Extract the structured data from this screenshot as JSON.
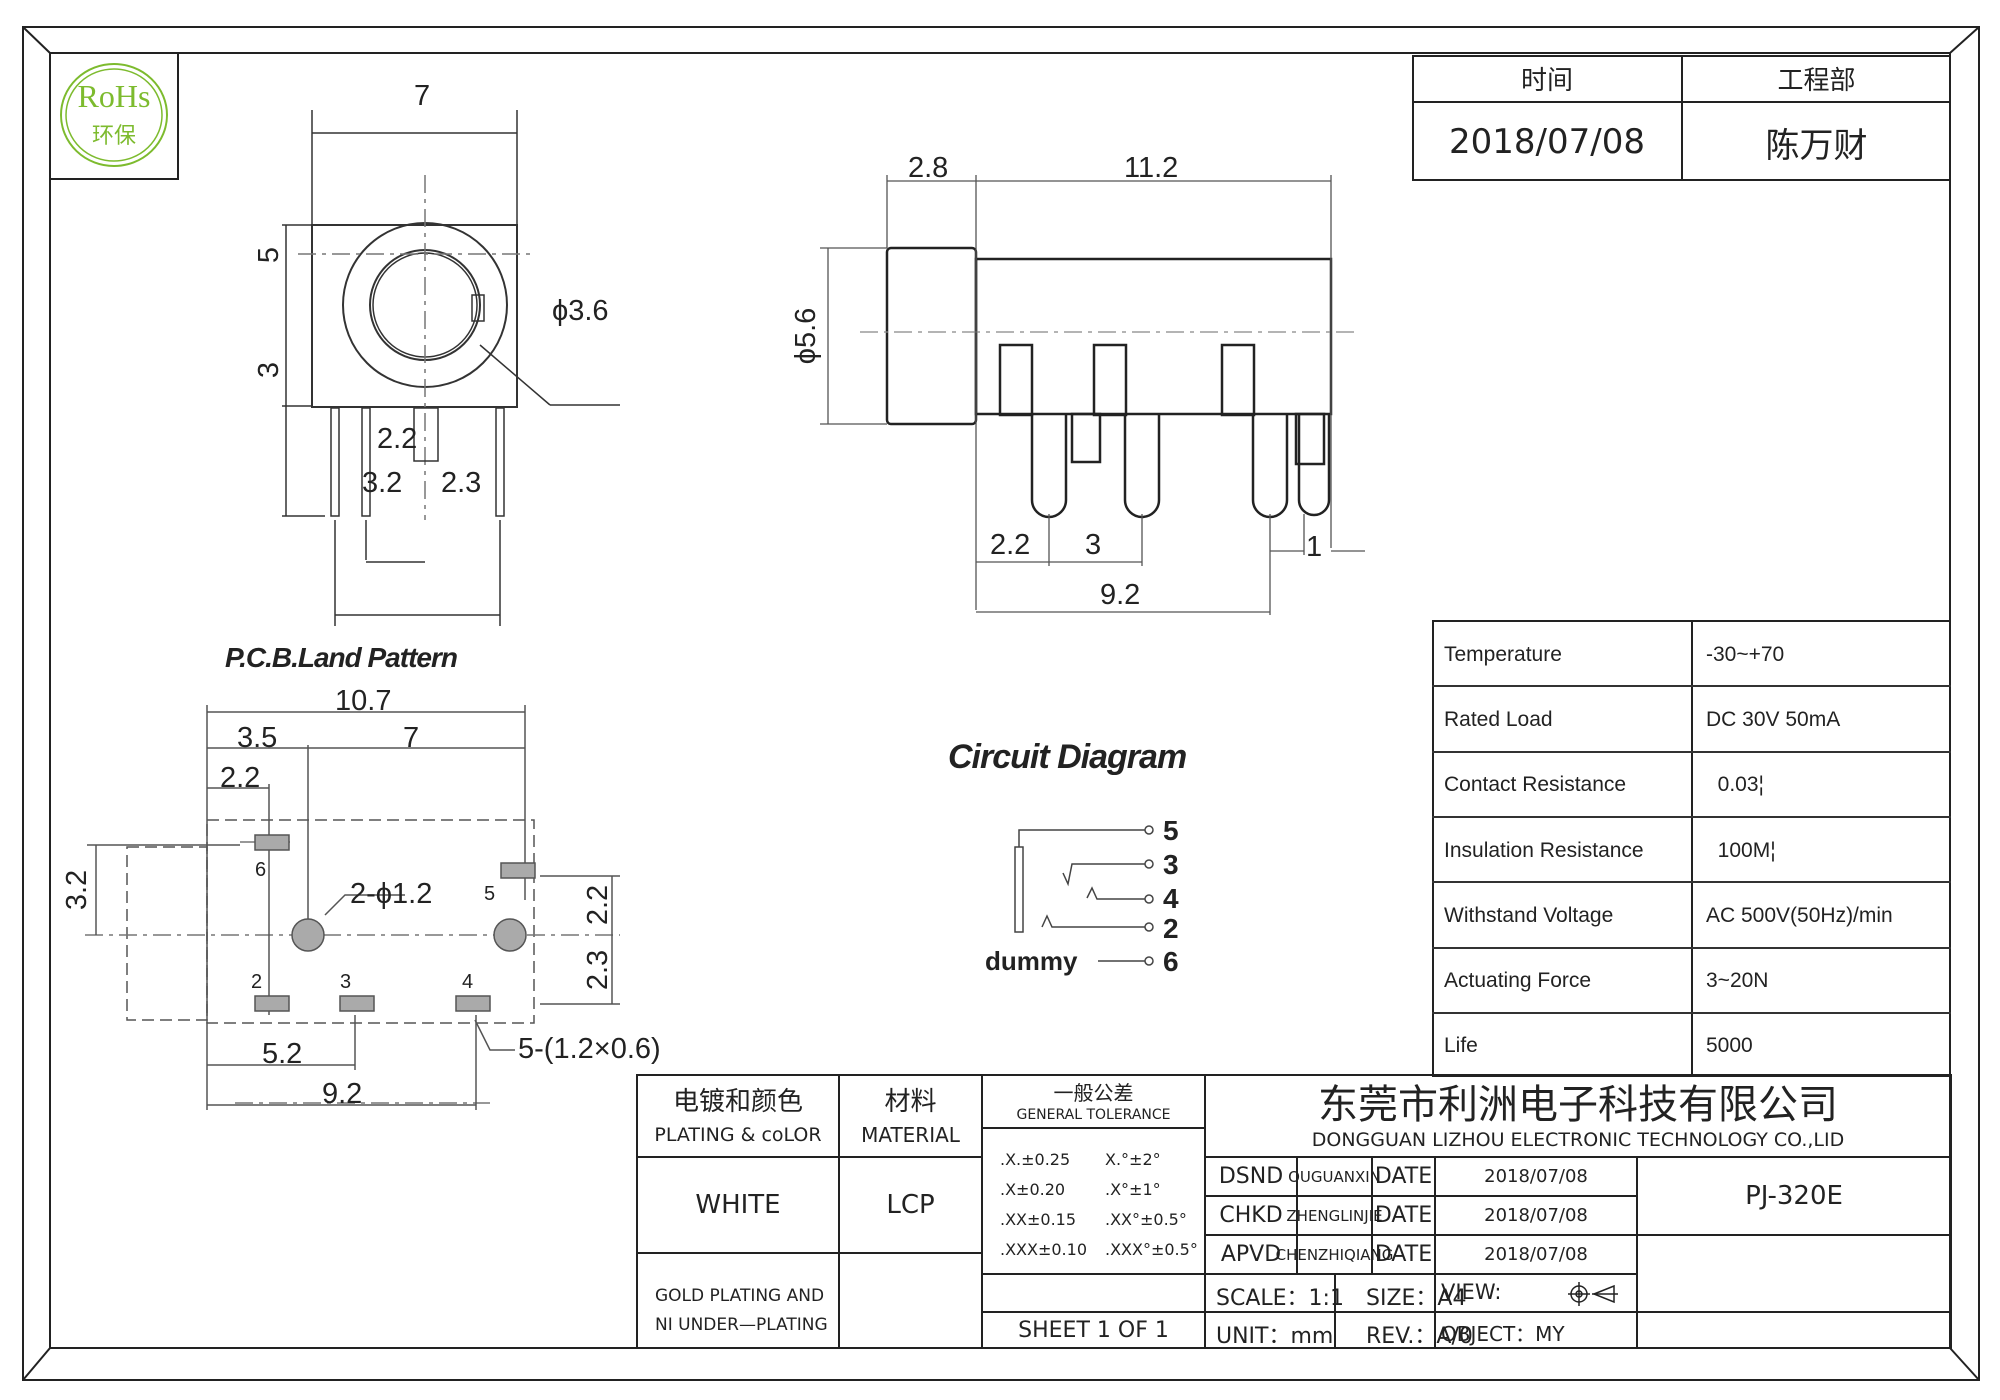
{
  "rohs_logo": {
    "line1": "RoHs",
    "line2": "环保",
    "color": "#7dbb2e"
  },
  "approval_table": {
    "headers": [
      "时间",
      "工程部"
    ],
    "values": [
      "2018/07/08",
      "陈万财"
    ]
  },
  "front_view": {
    "dims": {
      "width": "7",
      "height_body": "5",
      "pin_length": "3",
      "hole": "ϕ3.6",
      "pitch_a": "2.2",
      "pitch_b": "3.2",
      "pitch_c": "2.3"
    }
  },
  "side_view": {
    "dims": {
      "front_len": "2.8",
      "body_len": "11.2",
      "diameter": "ϕ5.6",
      "pin_a": "2.2",
      "pin_b": "3",
      "pin_total": "9.2",
      "pin_end": "1"
    }
  },
  "pcb": {
    "title": "P.C.B.Land Pattern",
    "dims": {
      "overall": "10.7",
      "a": "3.5",
      "b": "7",
      "c": "2.2",
      "d": "3.2",
      "e": "2.2",
      "f": "2.3",
      "g": "5.2",
      "h": "9.2"
    },
    "hole_label": "2-ϕ1.2",
    "pad_label": "5-(1.2×0.6)",
    "pins": [
      "6",
      "5",
      "2",
      "3",
      "4"
    ]
  },
  "circuit": {
    "title": "Circuit Diagram",
    "pins": [
      "5",
      "3",
      "4",
      "2",
      "6"
    ],
    "dummy_label": "dummy"
  },
  "specs": [
    {
      "label": "Temperature",
      "value": "-30~+70"
    },
    {
      "label": "Rated Load",
      "value": "DC 30V 50mA"
    },
    {
      "label": "Contact Resistance",
      "value": "  0.03¦"
    },
    {
      "label": "Insulation Resistance",
      "value": "  100M¦"
    },
    {
      "label": "Withstand Voltage",
      "value": "AC 500V(50Hz)/min"
    },
    {
      "label": "Actuating Force",
      "value": "3~20N"
    },
    {
      "label": "Life",
      "value": "5000"
    }
  ],
  "title_block": {
    "plating_cn": "电镀和颜色",
    "plating_en": "PLATING & coLOR",
    "material_cn": "材料",
    "material_en": "MATERIAL",
    "tolerance_cn": "一般公差",
    "tolerance_en": "GENERAL TOLERANCE",
    "color_value": "WHITE",
    "material_value": "LCP",
    "plating_value_1": "GOLD PLATING AND",
    "plating_value_2": "NI UNDER—PLATING",
    "tolerances": [
      [
        ".X.±0.25",
        "X.°±2°"
      ],
      [
        ".X±0.20",
        ".X°±1°"
      ],
      [
        ".XX±0.15",
        ".XX°±0.5°"
      ],
      [
        ".XXX±0.10",
        ".XXX°±0.5°"
      ]
    ],
    "sheet": "SHEET 1 OF 1",
    "company_cn": "东莞市利洲电子科技有限公司",
    "company_en": "DONGGUAN LIZHOU ELECTRONIC TECHNOLOGY CO.,LID",
    "rows": [
      {
        "role": "DSND",
        "name": "OUGUANXIN",
        "date_label": "DATE",
        "date": "2018/07/08"
      },
      {
        "role": "CHKD",
        "name": "ZHENGLINJIE",
        "date_label": "DATE",
        "date": "2018/07/08"
      },
      {
        "role": "APVD",
        "name": "CHENZHIQIANG",
        "date_label": "DATE",
        "date": "2018/07/08"
      }
    ],
    "part_number": "PJ-320E",
    "scale": "SCALE：1:1",
    "size": "SIZE：A4",
    "view": "VIEW:",
    "unit": "UNIT：mm",
    "rev": "REV.：A/0",
    "object": "OBJECT：MY"
  }
}
